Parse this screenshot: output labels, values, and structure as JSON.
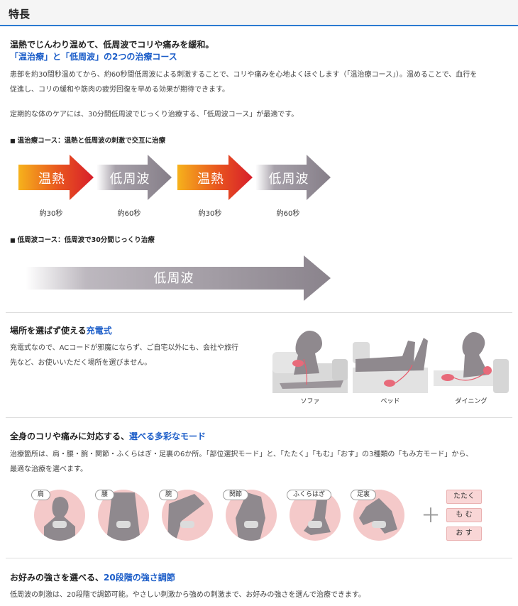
{
  "header": {
    "title": "特長"
  },
  "section1": {
    "headline_line1": "温熱でじんわり温めて、低周波でコリや痛みを緩和。",
    "headline_line2": "「温治療」と「低周波」の2つの治療コース",
    "body_line1": "患部を約30間秒温めてから、約60秒間低周波による刺激することで、コリや痛みを心地よくほぐします（「温治療コース」）。温めることで、血行を",
    "body_line2": "促進し、コリの緩和や筋肉の疲労回復を早める効果が期待できます。",
    "body_line3": "定期的な体のケアには、30分間低周波でじっくり治療する、「低周波コース」が最適です。",
    "warm_course_label": "温治療コース：温熱と低周波の刺激で交互に治療",
    "warm_steps": [
      {
        "label": "温熱",
        "duration": "約30秒",
        "kind": "heat"
      },
      {
        "label": "低周波",
        "duration": "約60秒",
        "kind": "freq"
      },
      {
        "label": "温熱",
        "duration": "約30秒",
        "kind": "heat"
      },
      {
        "label": "低周波",
        "duration": "約60秒",
        "kind": "freq"
      }
    ],
    "low_course_label": "低周波コース：低周波で30分間じっくり治療",
    "low_arrow_label": "低周波"
  },
  "section2": {
    "headline_plain": "場所を選ばず使える",
    "headline_accent": "充電式",
    "body_line1": "充電式なので、ACコードが邪魔にならず、ご自宅以外にも、会社や旅行",
    "body_line2": "先など、お使いいただく場所を選びません。",
    "scenes": [
      "ソファ",
      "ベッド",
      "ダイニング"
    ]
  },
  "section3": {
    "headline_plain": "全身のコリや痛みに対応する、",
    "headline_accent": "選べる多彩なモード",
    "body_line1": "治療箇所は、肩・腰・腕・関節・ふくらはぎ・足裏の6か所。「部位選択モード」と、「たたく」「もむ」「おす」の3種類の「もみ方モード」から、",
    "body_line2": "最適な治療を選べます。",
    "body_parts": [
      "肩",
      "腰",
      "腕",
      "関節",
      "ふくらはぎ",
      "足裏"
    ],
    "plus_sign": "＋",
    "modes": [
      "たたく",
      "も む",
      "お す"
    ]
  },
  "section4": {
    "headline_plain": "お好みの強さを選べる、",
    "headline_accent": "20段階の強さ調節",
    "body_line1": "低周波の刺激は、20段階で調節可能。やさしい刺激から強めの刺激まで、お好みの強さを選んで治療できます。"
  },
  "colors": {
    "accent": "#1a5cc8",
    "header_rule": "#2b7bd1",
    "heat_start": "#f5a000",
    "heat_end": "#d8202c",
    "freq": "#8c8690",
    "pink": "#f4c9c9"
  }
}
